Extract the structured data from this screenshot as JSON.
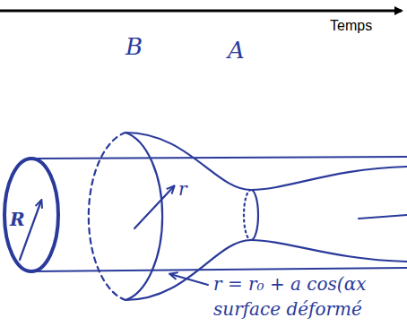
{
  "diagram": {
    "labels": [
      "Temps",
      "B",
      "A",
      "R",
      "r",
      "r = r₀ + a cos(αx",
      "surface déformé"
    ]
  }
}
